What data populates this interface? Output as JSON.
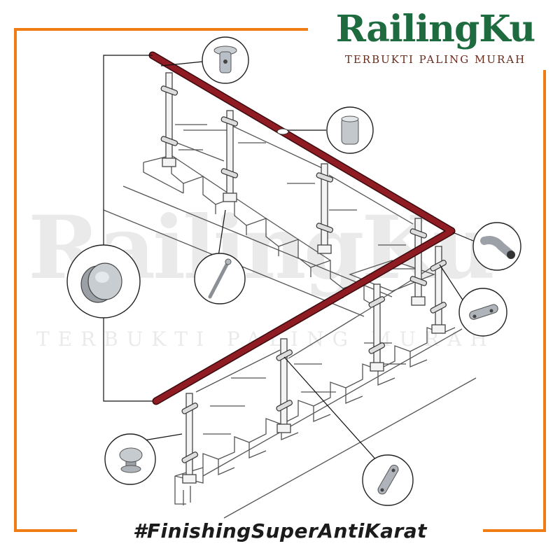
{
  "brand": {
    "name": "RailingKu",
    "tagline": "TERBUKTI PALING MURAH"
  },
  "watermark": {
    "name": "RailingKu",
    "tagline": "TERBUKTI PALING MURAH",
    "mark": "®"
  },
  "footer": {
    "hashtag": "#FinishingSuperAntiKarat"
  },
  "colors": {
    "frame": "#ef7d14",
    "handrail": "#8e1c22",
    "brand": "#1d6b3f",
    "tagline": "#6a2a1c"
  },
  "icons": [
    "mounting-bracket-icon",
    "tube-connector-icon",
    "rod-pin-icon",
    "end-cap-icon",
    "elbow-joint-icon",
    "mounting-plate-icon",
    "glass-clamp-knob-icon",
    "flat-plate-icon"
  ]
}
